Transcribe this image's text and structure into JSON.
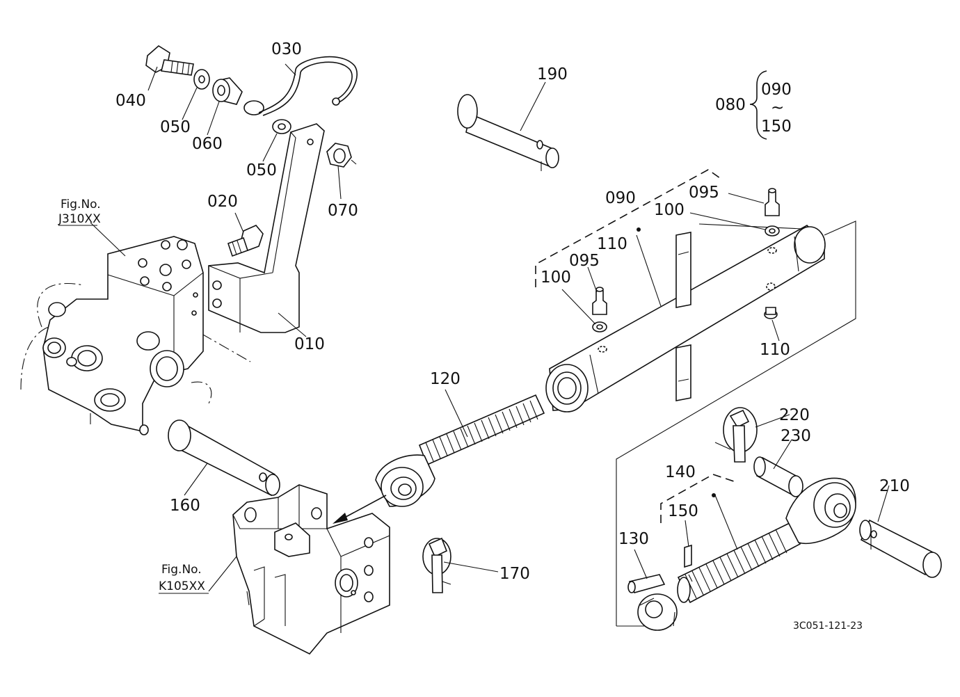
{
  "labels": {
    "p010": "010",
    "p020": "020",
    "p030": "030",
    "p040": "040",
    "p050a": "050",
    "p050b": "050",
    "p060": "060",
    "p070": "070",
    "p080": "080",
    "p090_set": "090",
    "p090": "090",
    "p095a": "095",
    "p095b": "095",
    "p100a": "100",
    "p100b": "100",
    "p110a": "110",
    "p110b": "110",
    "p120": "120",
    "p130": "130",
    "p140": "140",
    "p150_set": "150",
    "p150": "150",
    "p160": "160",
    "p170": "170",
    "p190": "190",
    "p210": "210",
    "p220": "220",
    "p230": "230",
    "tilde": "~"
  },
  "references": {
    "fig_j_title": "Fig.No.",
    "fig_j_code": "J310XX",
    "fig_k_title": "Fig.No.",
    "fig_k_code": "K105XX"
  },
  "drawing_code": "3C051-121-23"
}
